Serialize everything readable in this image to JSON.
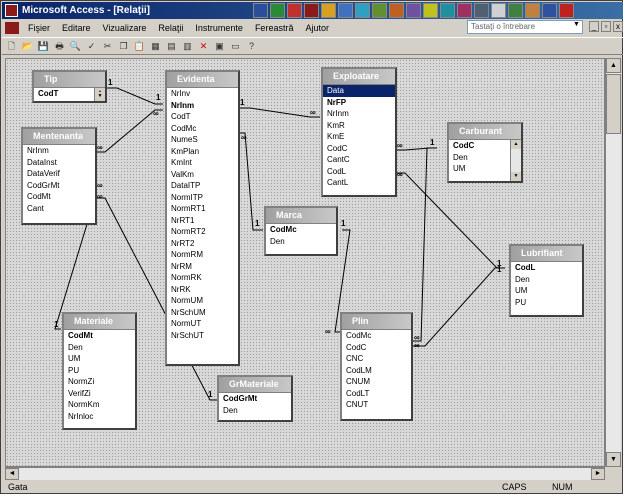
{
  "window": {
    "title": "Microsoft Access - [Relaţii]",
    "search_placeholder": "Tastaţi o întrebare",
    "btn_min": "_",
    "btn_restore": "▫",
    "btn_close": "x"
  },
  "menu": {
    "items": [
      "Fişier",
      "Editare",
      "Vizualizare",
      "Relaţii",
      "Instrumente",
      "Fereastră",
      "Ajutor"
    ]
  },
  "toolbar": {
    "zoom_label": "?"
  },
  "tables": {
    "tip": {
      "title": "Tip",
      "fields": [
        "CodT"
      ]
    },
    "evidenta": {
      "title": "Evidenta",
      "fields": [
        "NrInv",
        "NrInm",
        "CodT",
        "CodMc",
        "NumeS",
        "KmPlan",
        "KmInt",
        "ValKm",
        "DataITP",
        "NormITP",
        "NormRT1",
        "NrRT1",
        "NormRT2",
        "NrRT2",
        "NormRM",
        "NrRM",
        "NormRK",
        "NrRK",
        "NormUM",
        "NrSchUM",
        "NormUT",
        "NrSchUT"
      ],
      "pk": [
        "NrInm"
      ]
    },
    "exploatare": {
      "title": "Exploatare",
      "fields": [
        "Data",
        "NrFP",
        "NrInm",
        "KmR",
        "KmE",
        "CodC",
        "CantC",
        "CodL",
        "CantL"
      ],
      "pk": [
        "NrFP"
      ],
      "selected": "Data"
    },
    "carburant": {
      "title": "Carburant",
      "fields": [
        "CodC",
        "Den",
        "UM"
      ],
      "pk": [
        "CodC"
      ]
    },
    "mentenanta": {
      "title": "Mentenanta",
      "fields": [
        "NrInm",
        "DataInst",
        "DataVerif",
        "CodGrMt",
        "CodMt",
        "Cant"
      ]
    },
    "marca": {
      "title": "Marca",
      "fields": [
        "CodMc",
        "Den"
      ],
      "pk": [
        "CodMc"
      ]
    },
    "lubrifiant": {
      "title": "Lubrifiant",
      "fields": [
        "CodL",
        "Den",
        "UM",
        "PU"
      ],
      "pk": [
        "CodL"
      ]
    },
    "materiale": {
      "title": "Materiale",
      "fields": [
        "CodMt",
        "Den",
        "UM",
        "PU",
        "NormZi",
        "VerifZi",
        "NormKm",
        "NrInloc"
      ],
      "pk": [
        "CodMt"
      ]
    },
    "plin": {
      "title": "Plin",
      "fields": [
        "CodMc",
        "CodC",
        "CNC",
        "CodLM",
        "CNUM",
        "CodLT",
        "CNUT"
      ]
    },
    "grmateriale": {
      "title": "GrMateriale",
      "fields": [
        "CodGrMt",
        "Den"
      ],
      "pk": [
        "CodGrMt"
      ]
    }
  },
  "relations": {
    "one": "1",
    "many": "∞"
  },
  "status": {
    "left": "Gata",
    "caps": "CAPS",
    "num": "NUM"
  }
}
